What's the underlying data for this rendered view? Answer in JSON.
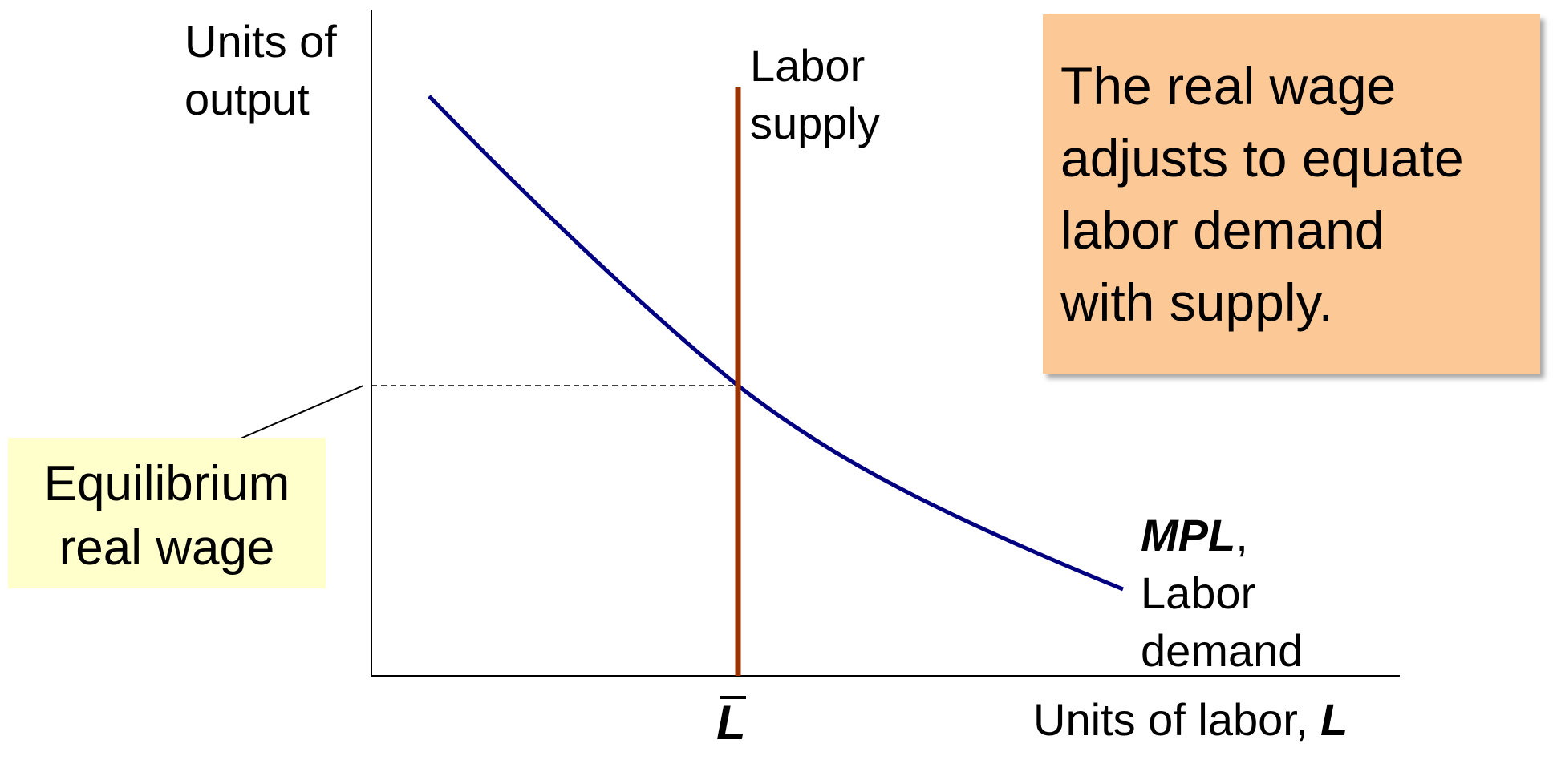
{
  "colors": {
    "demand_curve": "#000080",
    "supply_line": "#993300",
    "note_box_bg": "#fbc896",
    "equilibrium_box_bg": "#ffffcc"
  },
  "axes": {
    "y_label": "Units of\noutput",
    "x_label": "Units of labor,",
    "x_label_symbol": "L"
  },
  "supply": {
    "label": "Labor\nsupply"
  },
  "demand": {
    "label_symbol": "MPL",
    "label_rest": ",\nLabor\ndemand"
  },
  "equilibrium_labor_label": "L",
  "equilibrium_wage_label": "Equilibrium\nreal wage",
  "note": "The real wage\nadjusts to equate\nlabor demand\nwith supply."
}
